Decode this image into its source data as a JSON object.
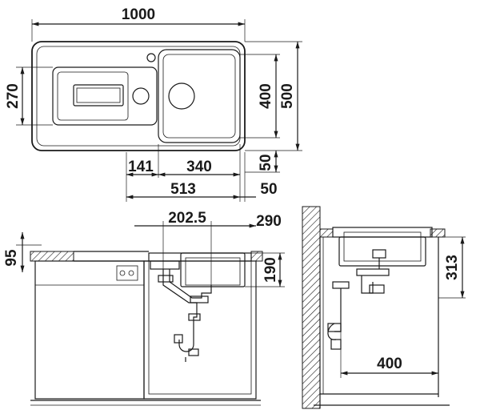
{
  "dimensions": {
    "width_total": "1000",
    "depth_total": "500",
    "bowl_depth": "400",
    "drainer_depth": "270",
    "edge_margin_1": "50",
    "edge_margin_2": "50",
    "drainer_offset": "141",
    "bowl_width": "340",
    "bowl_drain_pos": "513",
    "front_drain_offset": "202.5",
    "front_side_offset": "290",
    "worktop_thickness": "95",
    "bowl_height": "190",
    "side_height": "313",
    "side_depth": "400"
  },
  "colors": {
    "line": "#1a1a1a",
    "background": "#ffffff",
    "hatch": "#1a1a1a"
  }
}
